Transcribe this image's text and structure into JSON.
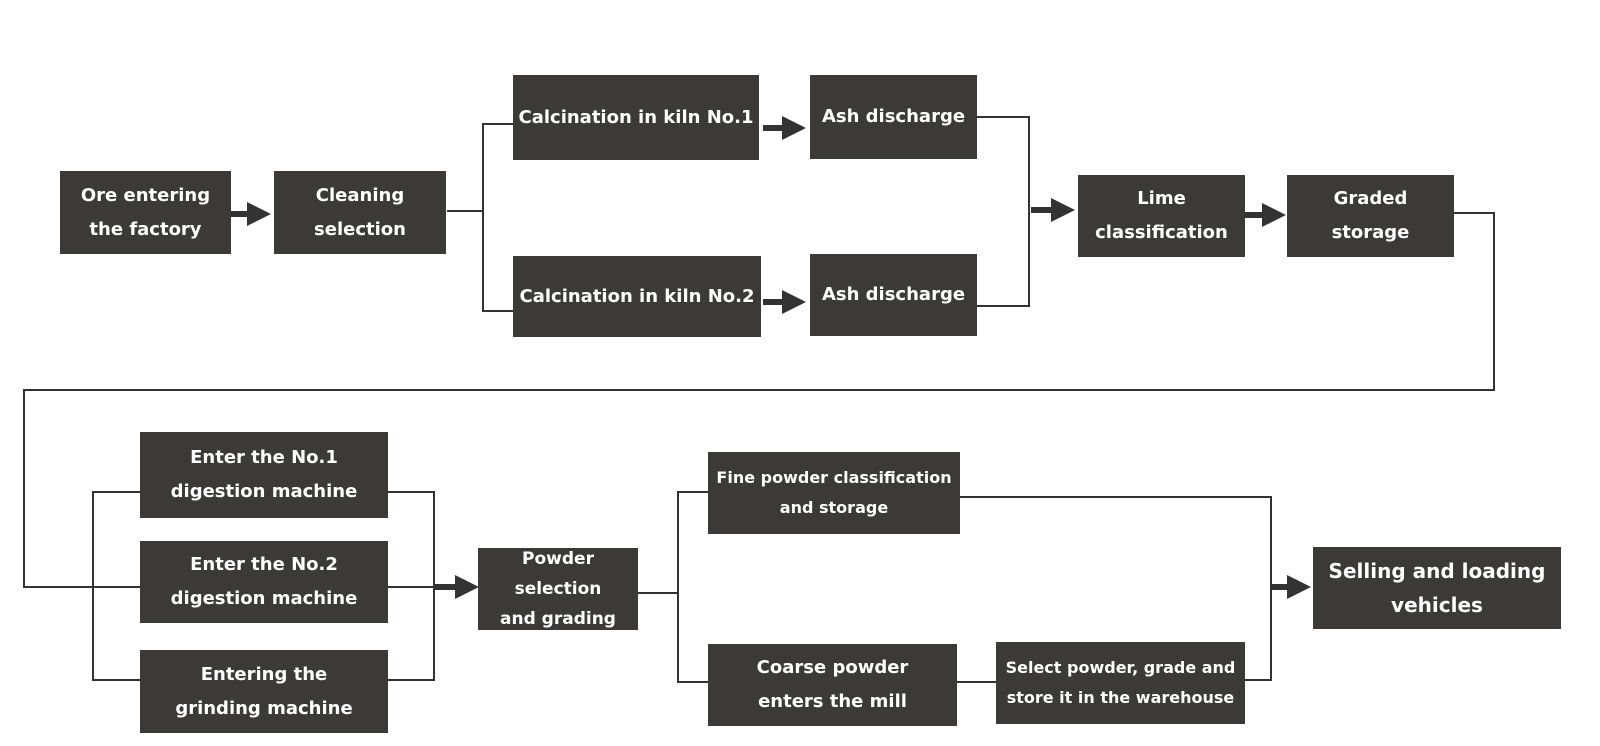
{
  "nodes": {
    "ore_entering": "Ore entering\nthe factory",
    "cleaning_selection": "Cleaning\nselection",
    "kiln1": "Calcination in kiln No.1",
    "kiln2": "Calcination in kiln No.2",
    "ash1": "Ash discharge",
    "ash2": "Ash discharge",
    "lime_classification": "Lime\nclassification",
    "graded_storage": "Graded\nstorage",
    "digestion1": "Enter the No.1\ndigestion machine",
    "digestion2": "Enter the No.2\ndigestion machine",
    "grinding": "Entering the\ngrinding machine",
    "powder_selection": "Powder selection\nand grading",
    "fine_powder": "Fine powder classification\nand storage",
    "coarse_powder": "Coarse powder\nenters the mill",
    "select_powder": "Select powder, grade and\nstore it in the warehouse",
    "selling": "Selling and loading\nvehicles"
  },
  "colors": {
    "box_fill": "#3b3a39",
    "box_text": "#ffffff",
    "connector": "#333333"
  }
}
